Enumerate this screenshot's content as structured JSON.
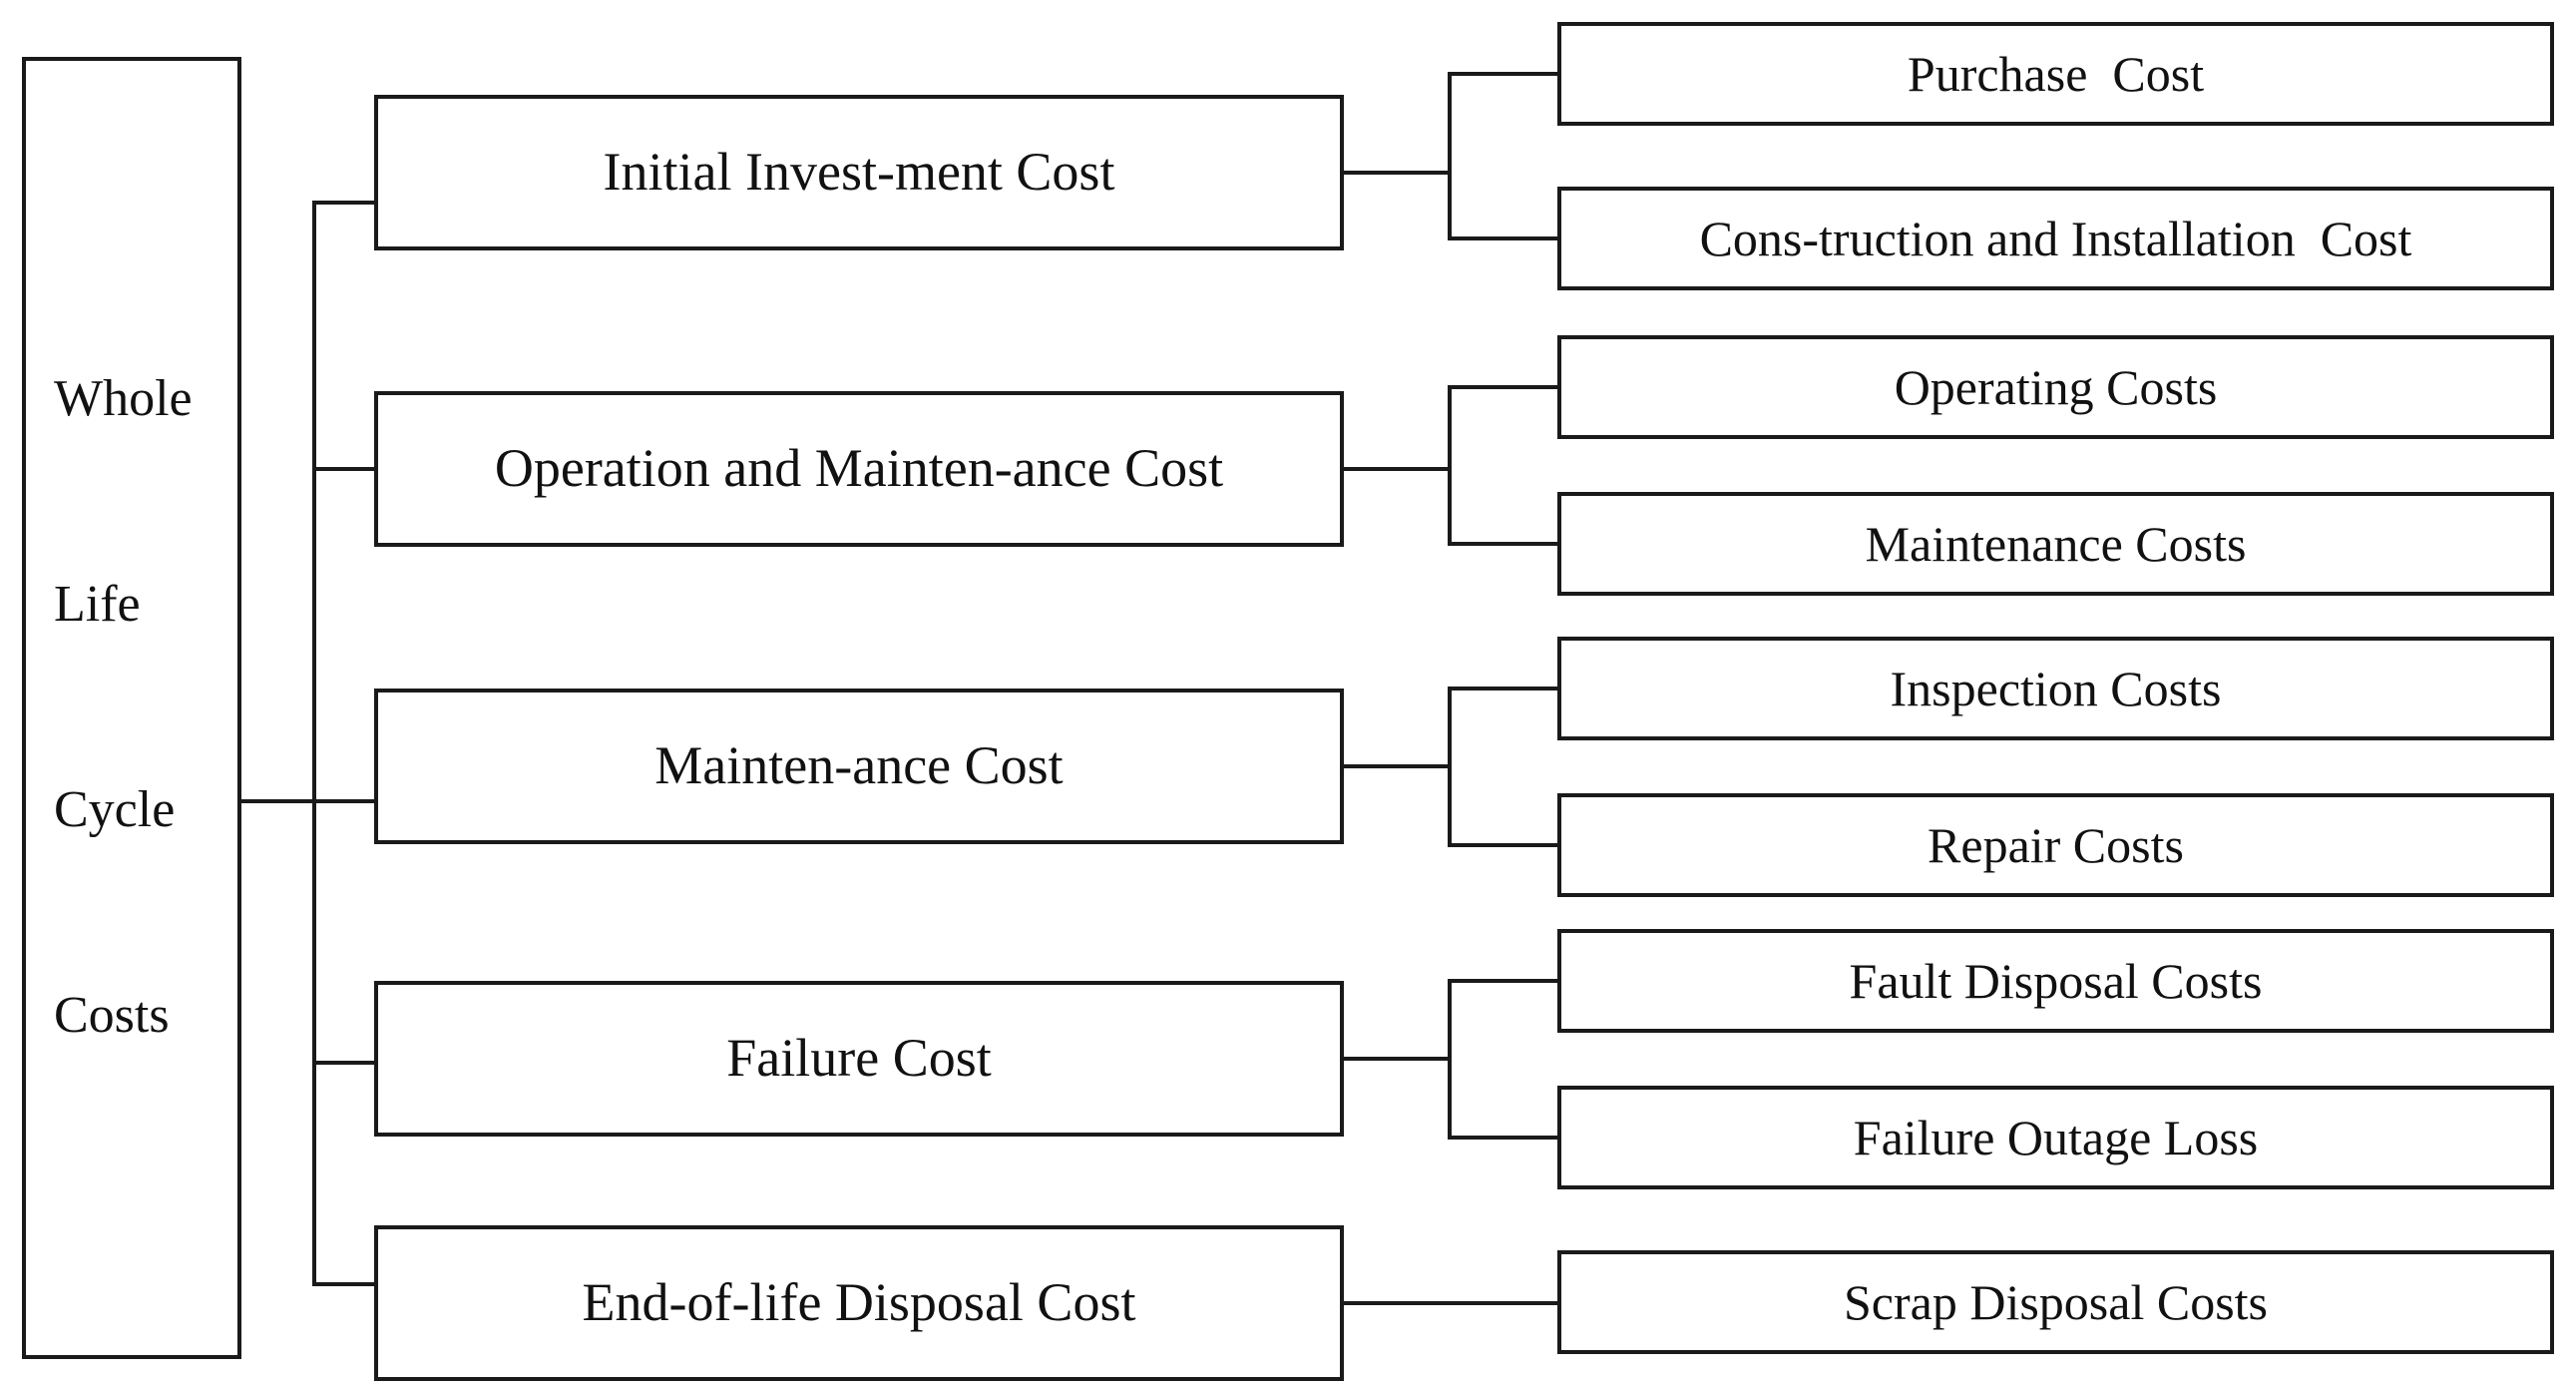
{
  "diagram": {
    "type": "tree-breakdown",
    "title_text": "Whole Life Cycle Costs",
    "root": {
      "label": "Whole Life Cycle Costs",
      "lines": [
        "Whole",
        "Life",
        "Cycle",
        "Costs"
      ]
    },
    "branches": [
      {
        "label": "Initial Invest-ment Cost",
        "children": [
          "Purchase  Cost",
          "Cons-truction and Installation  Cost"
        ]
      },
      {
        "label": "Operation and Mainten-ance Cost",
        "children": [
          "Operating Costs",
          "Maintenance Costs"
        ]
      },
      {
        "label": "Mainten-ance Cost",
        "children": [
          "Inspection Costs",
          "Repair Costs"
        ]
      },
      {
        "label": "Failure Cost",
        "children": [
          "Fault Disposal Costs",
          "Failure Outage Loss"
        ]
      },
      {
        "label": "End-of-life Disposal Cost",
        "children": [
          "Scrap Disposal Costs"
        ]
      }
    ],
    "colors": {
      "stroke": "#1a1a1a",
      "background": "#ffffff",
      "text": "#111111"
    }
  }
}
